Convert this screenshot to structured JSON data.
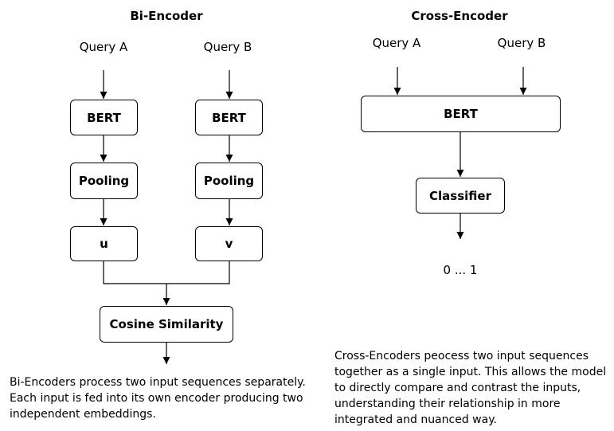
{
  "bi_encoder": {
    "title": "Bi-Encoder",
    "query_a": "Query A",
    "query_b": "Query B",
    "bert_a": "BERT",
    "bert_b": "BERT",
    "pooling_a": "Pooling",
    "pooling_b": "Pooling",
    "embedding_u": "u",
    "embedding_v": "v",
    "similarity": "Cosine Similarity",
    "description": "Bi-Encoders process two input sequences separately. Each input is fed into its own encoder producing two independent embeddings."
  },
  "cross_encoder": {
    "title": "Cross-Encoder",
    "query_a": "Query A",
    "query_b": "Query B",
    "bert": "BERT",
    "classifier": "Classifier",
    "output": "0 ... 1",
    "description": "Cross-Encoders peocess two input sequences together as a single input. This allows the model to directly compare and contrast the inputs, understanding their relationship in more integrated and nuanced way."
  }
}
